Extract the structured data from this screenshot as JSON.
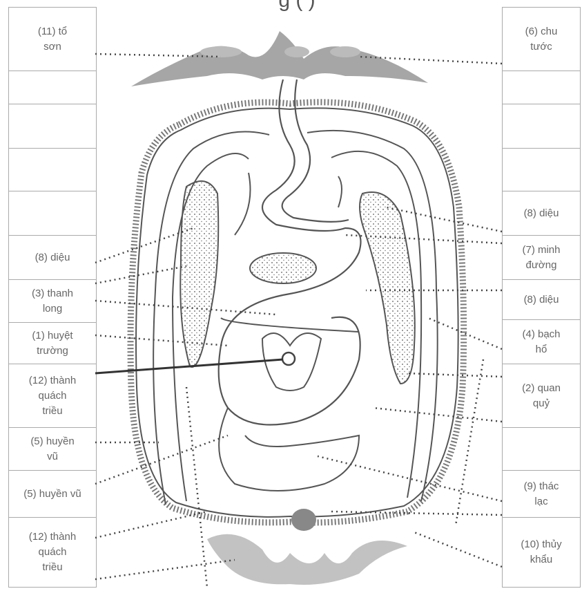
{
  "title": "g (  )",
  "left_cells": [
    "(11) tổ\nsơn",
    "",
    "",
    "",
    "",
    "",
    "(8) diệu",
    "(3) thanh\nlong",
    "(1) huyệt\ntrường",
    "(12) thành\nquách\ntriều",
    "(5) huyền\nvũ",
    "(5) huyền vũ",
    "(12) thành\nquách\ntriều"
  ],
  "right_cells": [
    "(6) chu\ntước",
    "",
    "",
    "",
    "",
    "(8) diệu",
    "(7) minh\nđường",
    "(8) diệu",
    "(4) bạch\nhổ",
    "(2) quan\nquỷ",
    "",
    "(9) thác\nlạc",
    "(10) thủy\nkhẩu"
  ]
}
